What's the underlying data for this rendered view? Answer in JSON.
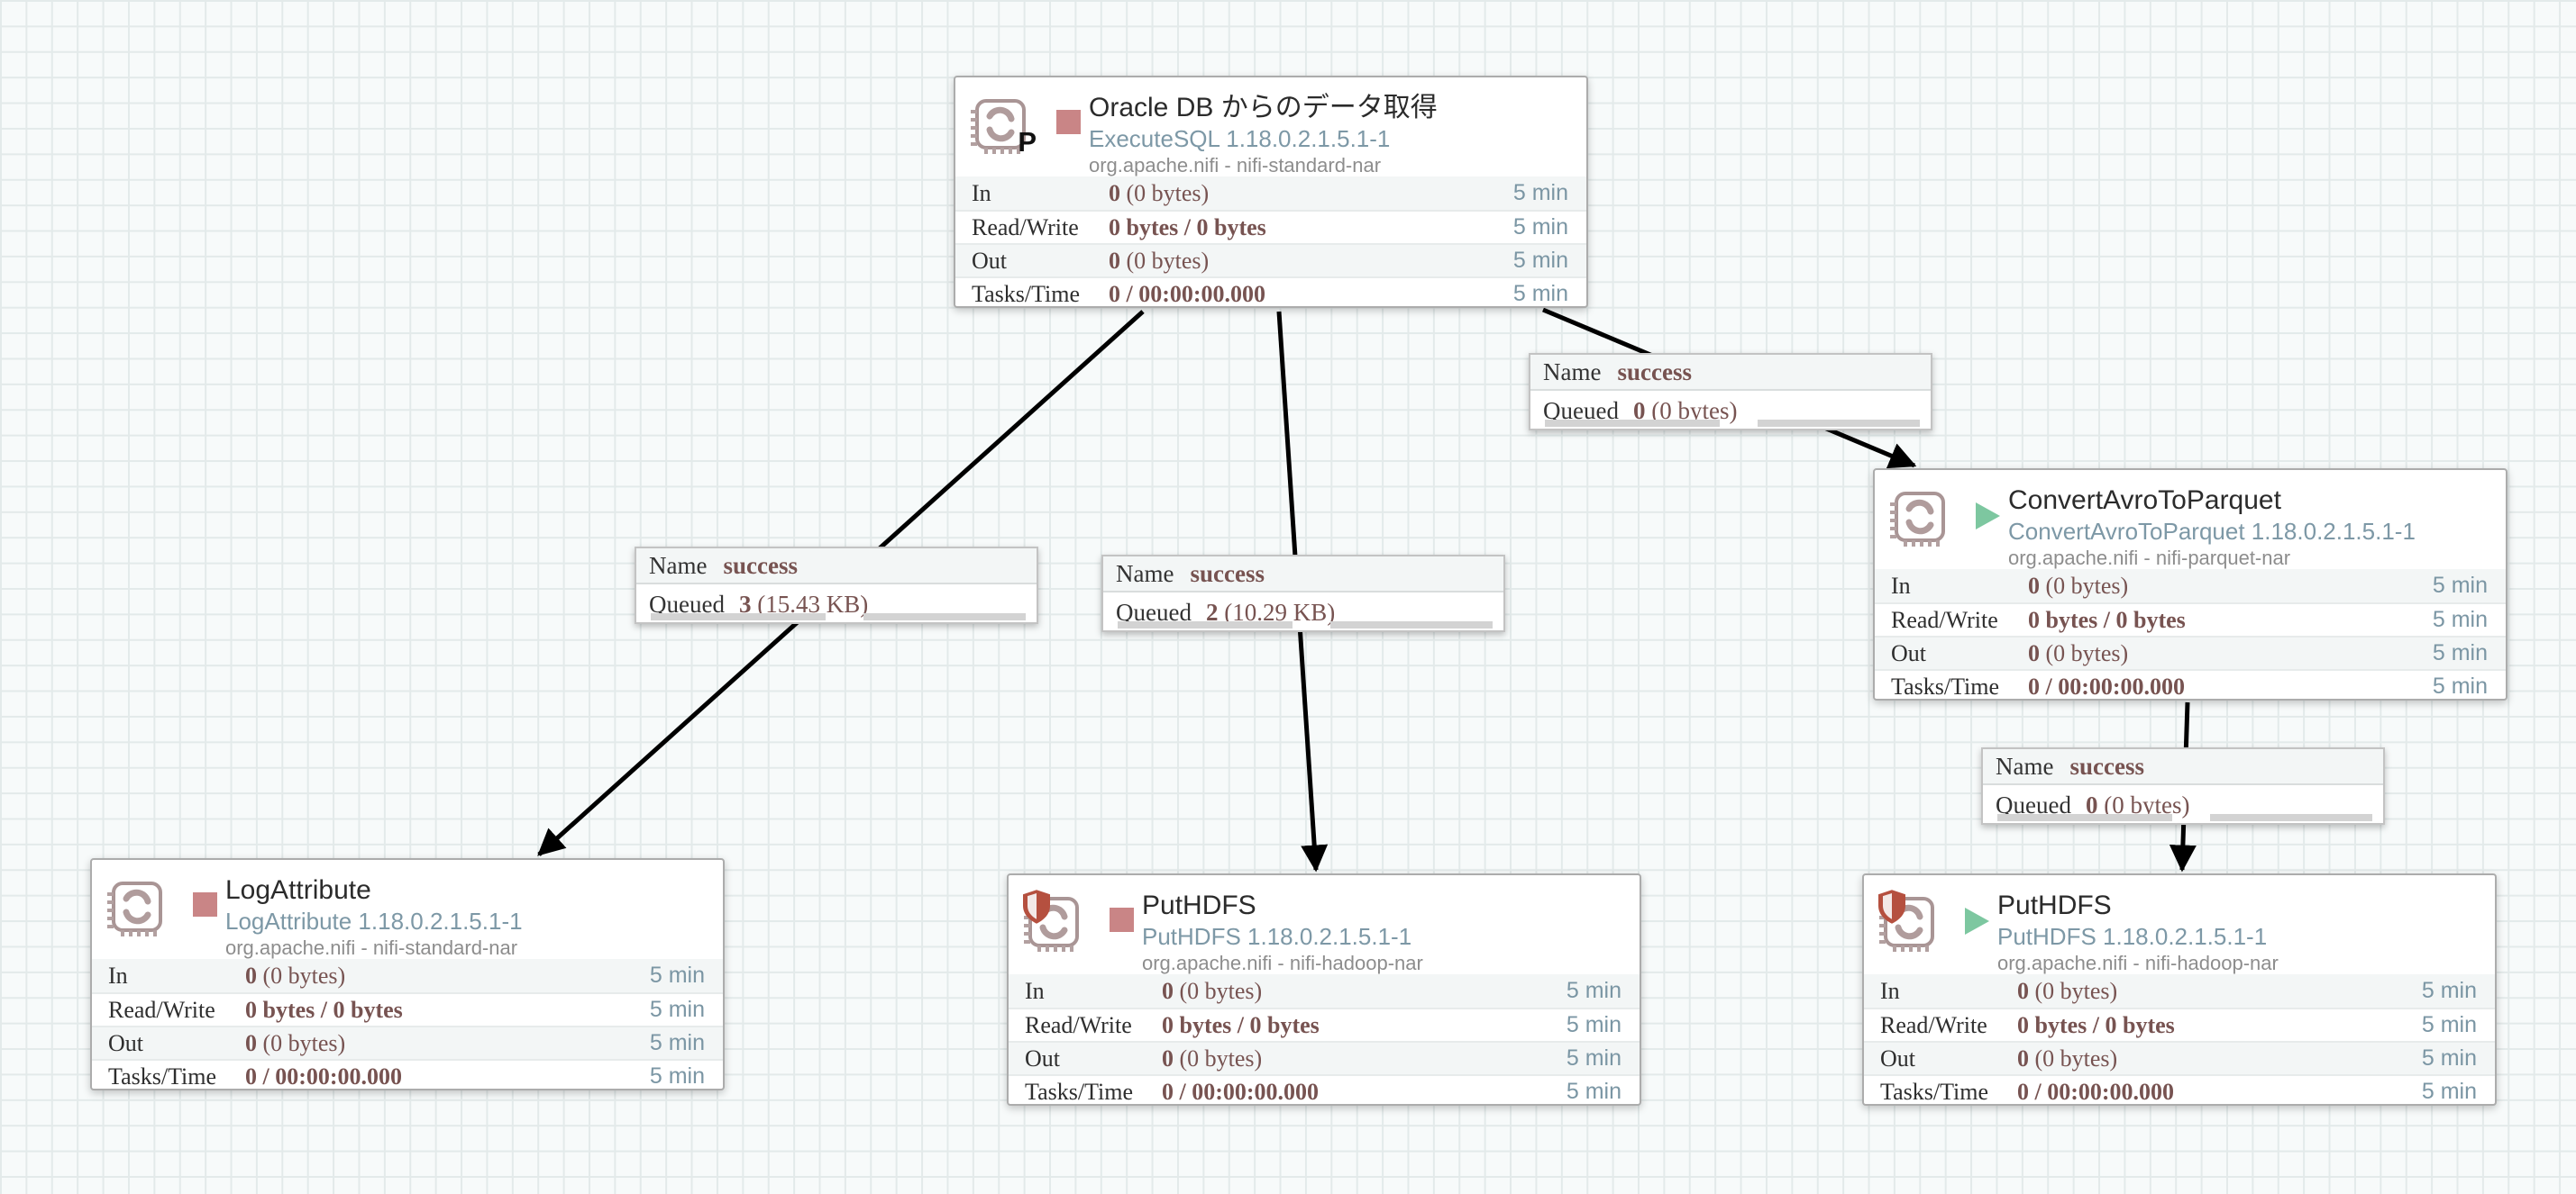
{
  "app": "Apache NiFi flow canvas",
  "colors": {
    "canvas_bg": "#f7fafa",
    "grid_line": "#e3eaea",
    "stopped_red": "#c98586",
    "running_green": "#7dc7a0",
    "value_maroon": "#775351",
    "type_blue": "#7d98a6",
    "bundle_gray": "#8d8d8d",
    "restricted_shield_red": "#b5503f",
    "arrow_black": "#000000"
  },
  "processors": [
    {
      "name": "Oracle DB からのデータ取得",
      "type": "ExecuteSQL 1.18.0.2.1.5.1-1",
      "bundle": "org.apache.nifi - nifi-standard-nar",
      "state": "stopped",
      "restricted": false,
      "primary_badge": "P",
      "rows": [
        {
          "label": "In",
          "bold": "0",
          "rest": " (0 bytes)",
          "window": "5 min"
        },
        {
          "label": "Read/Write",
          "bold": "0 bytes / 0 bytes",
          "rest": "",
          "window": "5 min"
        },
        {
          "label": "Out",
          "bold": "0",
          "rest": " (0 bytes)",
          "window": "5 min"
        },
        {
          "label": "Tasks/Time",
          "bold": "0 / 00:00:00.000",
          "rest": "",
          "window": "5 min"
        }
      ]
    },
    {
      "name": "LogAttribute",
      "type": "LogAttribute 1.18.0.2.1.5.1-1",
      "bundle": "org.apache.nifi - nifi-standard-nar",
      "state": "stopped",
      "restricted": false,
      "rows": [
        {
          "label": "In",
          "bold": "0",
          "rest": " (0 bytes)",
          "window": "5 min"
        },
        {
          "label": "Read/Write",
          "bold": "0 bytes / 0 bytes",
          "rest": "",
          "window": "5 min"
        },
        {
          "label": "Out",
          "bold": "0",
          "rest": " (0 bytes)",
          "window": "5 min"
        },
        {
          "label": "Tasks/Time",
          "bold": "0 / 00:00:00.000",
          "rest": "",
          "window": "5 min"
        }
      ]
    },
    {
      "name": "PutHDFS",
      "type": "PutHDFS 1.18.0.2.1.5.1-1",
      "bundle": "org.apache.nifi - nifi-hadoop-nar",
      "state": "stopped",
      "restricted": true,
      "rows": [
        {
          "label": "In",
          "bold": "0",
          "rest": " (0 bytes)",
          "window": "5 min"
        },
        {
          "label": "Read/Write",
          "bold": "0 bytes / 0 bytes",
          "rest": "",
          "window": "5 min"
        },
        {
          "label": "Out",
          "bold": "0",
          "rest": " (0 bytes)",
          "window": "5 min"
        },
        {
          "label": "Tasks/Time",
          "bold": "0 / 00:00:00.000",
          "rest": "",
          "window": "5 min"
        }
      ]
    },
    {
      "name": "ConvertAvroToParquet",
      "type": "ConvertAvroToParquet 1.18.0.2.1.5.1-1",
      "bundle": "org.apache.nifi - nifi-parquet-nar",
      "state": "running",
      "restricted": false,
      "rows": [
        {
          "label": "In",
          "bold": "0",
          "rest": " (0 bytes)",
          "window": "5 min"
        },
        {
          "label": "Read/Write",
          "bold": "0 bytes / 0 bytes",
          "rest": "",
          "window": "5 min"
        },
        {
          "label": "Out",
          "bold": "0",
          "rest": " (0 bytes)",
          "window": "5 min"
        },
        {
          "label": "Tasks/Time",
          "bold": "0 / 00:00:00.000",
          "rest": "",
          "window": "5 min"
        }
      ]
    },
    {
      "name": "PutHDFS",
      "type": "PutHDFS 1.18.0.2.1.5.1-1",
      "bundle": "org.apache.nifi - nifi-hadoop-nar",
      "state": "running",
      "restricted": true,
      "rows": [
        {
          "label": "In",
          "bold": "0",
          "rest": " (0 bytes)",
          "window": "5 min"
        },
        {
          "label": "Read/Write",
          "bold": "0 bytes / 0 bytes",
          "rest": "",
          "window": "5 min"
        },
        {
          "label": "Out",
          "bold": "0",
          "rest": " (0 bytes)",
          "window": "5 min"
        },
        {
          "label": "Tasks/Time",
          "bold": "0 / 00:00:00.000",
          "rest": "",
          "window": "5 min"
        }
      ]
    }
  ],
  "connections": [
    {
      "name_label": "Name",
      "name_value": "success",
      "queued_label": "Queued",
      "queued_bold": "3",
      "queued_rest": " (15.43 KB)"
    },
    {
      "name_label": "Name",
      "name_value": "success",
      "queued_label": "Queued",
      "queued_bold": "2",
      "queued_rest": " (10.29 KB)"
    },
    {
      "name_label": "Name",
      "name_value": "success",
      "queued_label": "Queued",
      "queued_bold": "0",
      "queued_rest": " (0 bytes)"
    },
    {
      "name_label": "Name",
      "name_value": "success",
      "queued_label": "Queued",
      "queued_bold": "0",
      "queued_rest": " (0 bytes)"
    }
  ]
}
